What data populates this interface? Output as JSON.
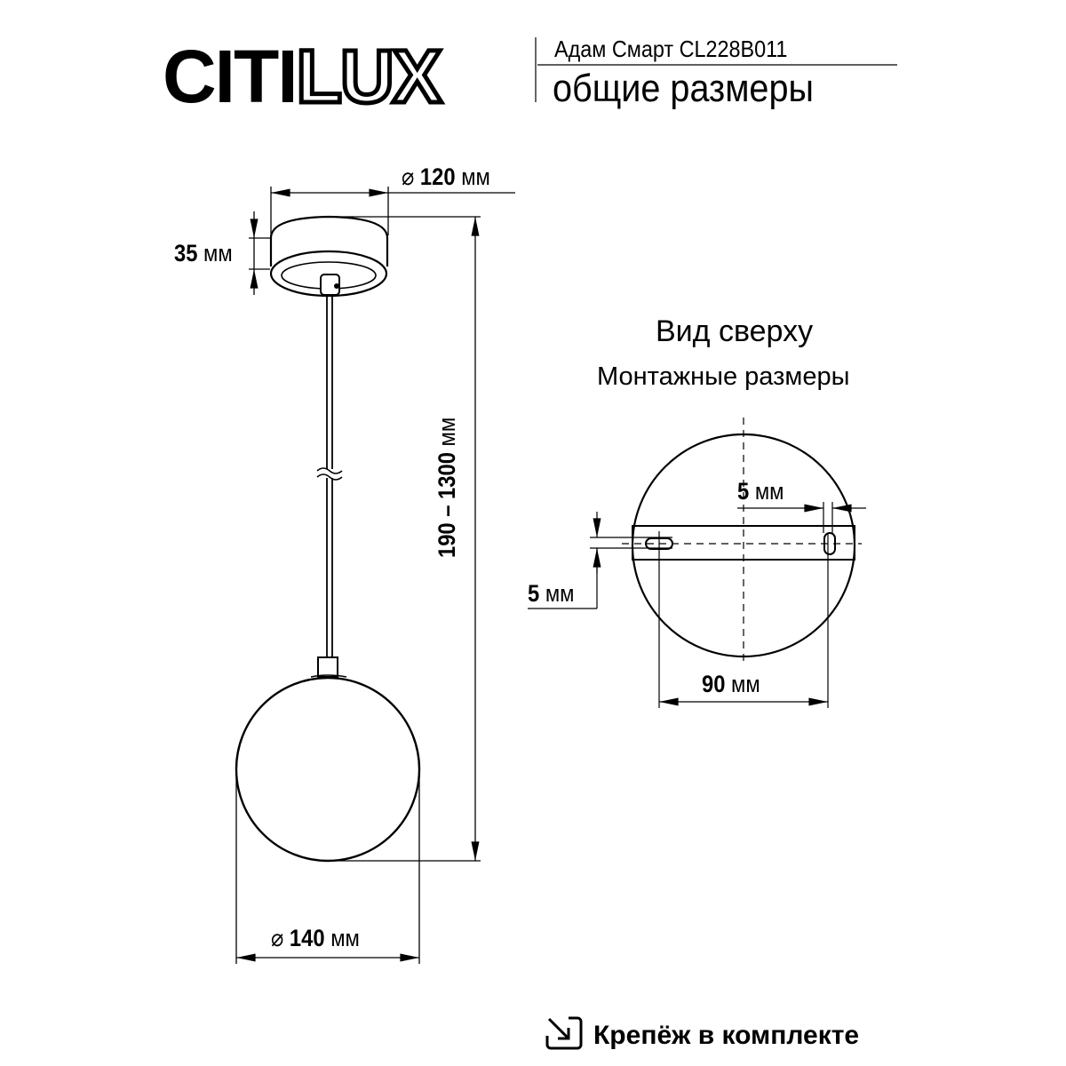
{
  "header": {
    "brand_bold": "CITI",
    "brand_outline": "LUX",
    "model": "Адам Смарт CL228B011",
    "subtitle": "общие размеры"
  },
  "side_view": {
    "canopy_diameter": {
      "symbol": "⌀",
      "value": "120",
      "unit": "мм"
    },
    "canopy_height": {
      "value": "35",
      "unit": "мм"
    },
    "total_length": {
      "value": "190 – 1300",
      "unit": "мм"
    },
    "shade_diameter": {
      "symbol": "⌀",
      "value": "140",
      "unit": "мм"
    }
  },
  "top_view": {
    "title": "Вид сверху",
    "subtitle": "Монтажные размеры",
    "slot_width": {
      "value": "5",
      "unit": "мм"
    },
    "slot_height": {
      "value": "5",
      "unit": "мм"
    },
    "hole_spacing": {
      "value": "90",
      "unit": "мм"
    }
  },
  "footer": {
    "icon": "arrow-into-box-icon",
    "note": "Крепёж в комплекте"
  }
}
